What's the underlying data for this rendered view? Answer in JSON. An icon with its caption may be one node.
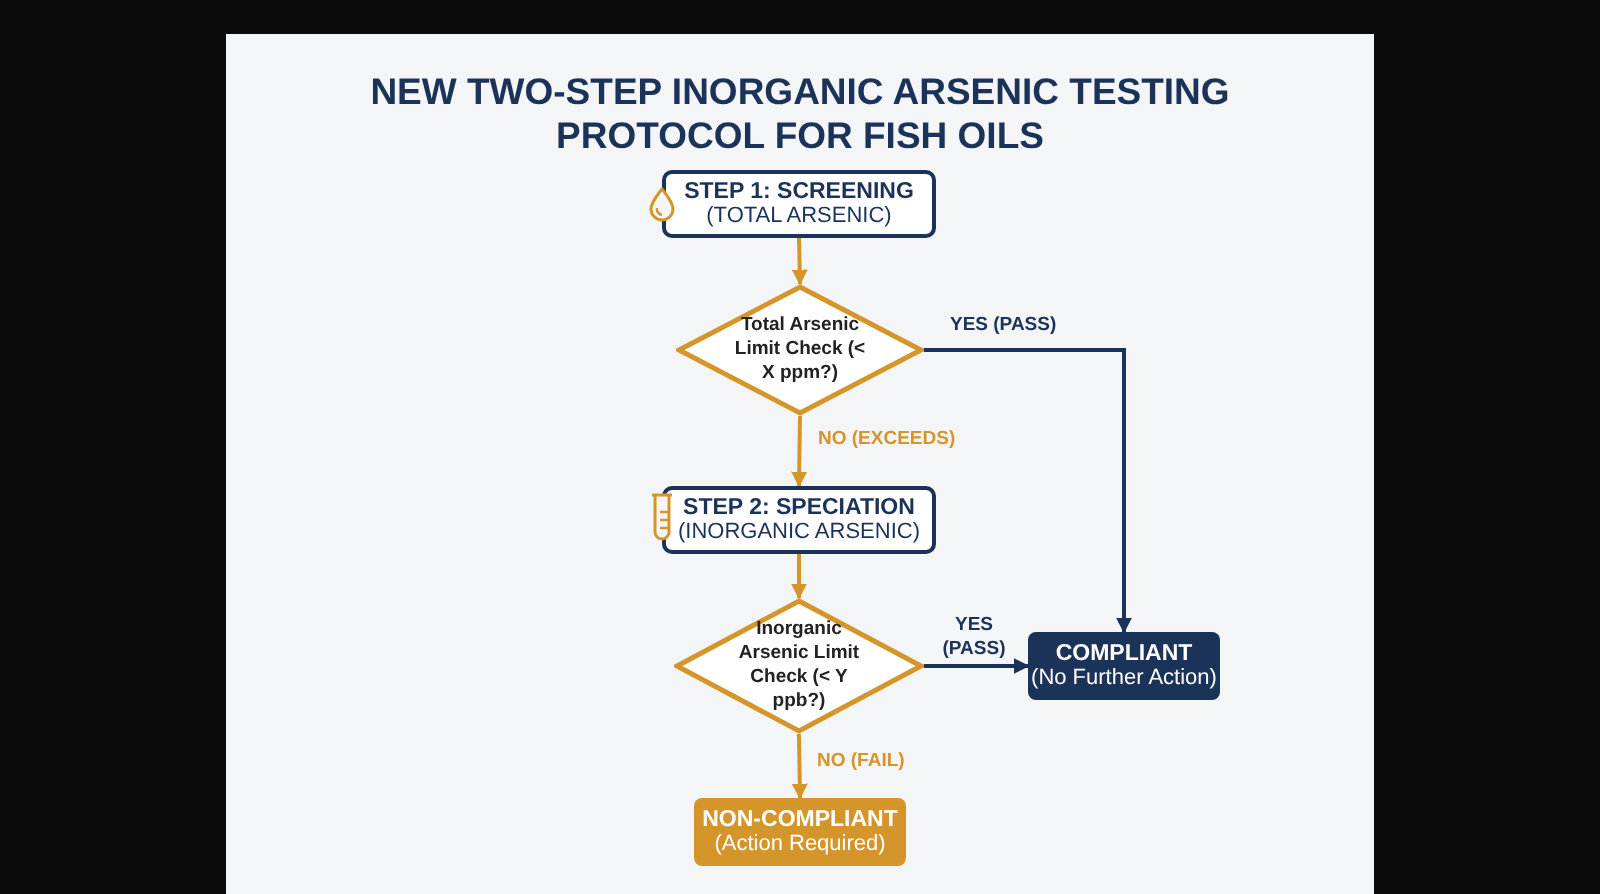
{
  "diagram": {
    "title": "NEW TWO-STEP INORGANIC ARSENIC TESTING PROTOCOL FOR FISH OILS",
    "nodes": [
      {
        "text": [
          "STEP 1: SCREENING",
          "(TOTAL ARSENIC)"
        ]
      },
      {
        "text": [
          "Total Arsenic Limit Check (< X ppm?)"
        ]
      },
      {
        "text": [
          "STEP 2: SPECIATION",
          "(INORGANIC ARSENIC)"
        ]
      },
      {
        "text": [
          "Inorganic Arsenic Limit Check (< Y ppb?)"
        ]
      },
      {
        "text": [
          "COMPLIANT",
          "(No Further Action)"
        ]
      },
      {
        "text": [
          "NON-COMPLIANT",
          "(Action Required)"
        ]
      }
    ],
    "edges": [
      {
        "from": 0,
        "to": 1,
        "arrow": "to"
      },
      {
        "from": 1,
        "to": 4,
        "arrow": "to",
        "label": "YES (PASS)",
        "color": "#1b3358"
      },
      {
        "from": 1,
        "to": 2,
        "arrow": "to",
        "label": "NO (EXCEEDS)"
      },
      {
        "from": 2,
        "to": 3,
        "arrow": "to"
      },
      {
        "from": 3,
        "to": 4,
        "arrow": "to",
        "label": "YES (PASS)",
        "color": "#1b3358"
      },
      {
        "from": 3,
        "to": 5,
        "arrow": "to",
        "label": "NO (FAIL)"
      }
    ]
  }
}
